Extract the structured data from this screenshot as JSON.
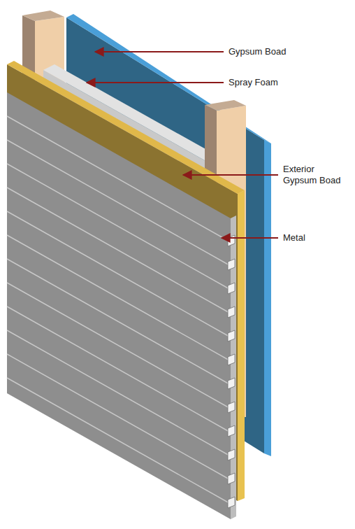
{
  "diagram": {
    "labels": [
      "Gypsum Boad",
      "Spray Foam",
      "Exterior Gypsum Boad",
      "Metal"
    ]
  }
}
